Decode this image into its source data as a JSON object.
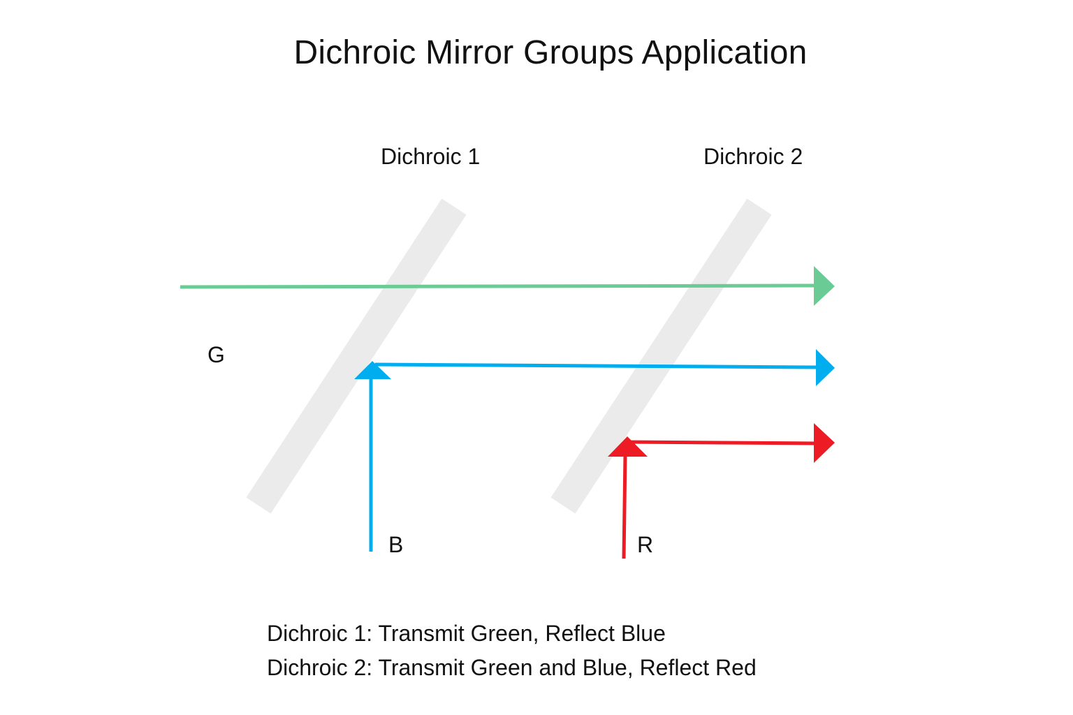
{
  "title": "Dichroic Mirror Groups Application",
  "mirrors": [
    {
      "label": "Dichroic 1"
    },
    {
      "label": "Dichroic 2"
    }
  ],
  "beams": [
    {
      "label": "G",
      "color": "#6acb95"
    },
    {
      "label": "B",
      "color": "#00aeef"
    },
    {
      "label": "R",
      "color": "#ed1c24"
    }
  ],
  "mirror_color": "#ebebeb",
  "notes": [
    "Dichroic 1: Transmit Green, Reflect Blue",
    "Dichroic 2: Transmit Green and Blue, Reflect Red"
  ]
}
